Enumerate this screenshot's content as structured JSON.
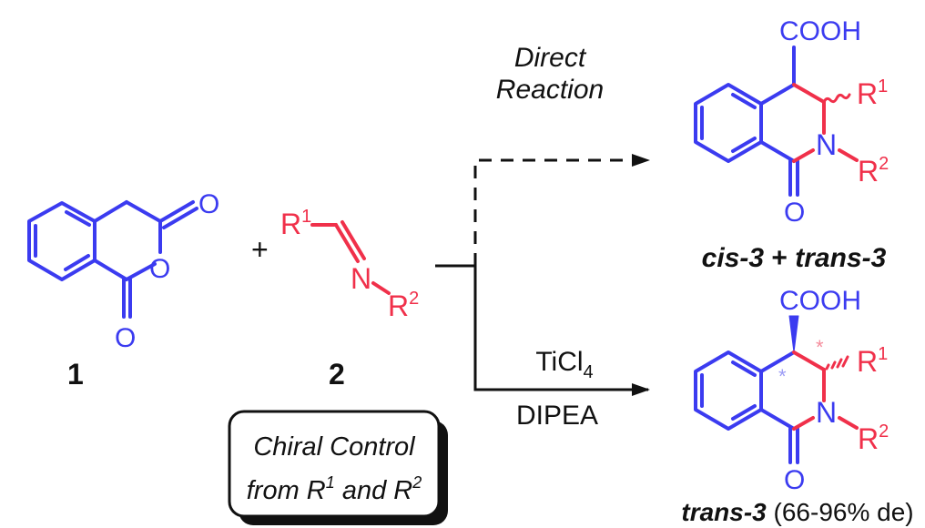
{
  "colors": {
    "blue": "#3b3bf0",
    "red": "#f0304a",
    "black": "#111111"
  },
  "compound1": {
    "label": "1",
    "carbonyl_O_top": "O",
    "ring_O": "O",
    "carbonyl_O_bottom": "O"
  },
  "plus_sign": "+",
  "compound2": {
    "label": "2",
    "r1": "R",
    "r1_sup": "1",
    "nitrogen": "N",
    "r2": "R",
    "r2_sup": "2"
  },
  "chiral_box": {
    "line1": "Chiral Control",
    "line2_prefix": "from R",
    "line2_sup1": "1",
    "line2_mid": " and R",
    "line2_sup2": "2"
  },
  "top_path": {
    "condition_line1": "Direct",
    "condition_line2": "Reaction"
  },
  "bottom_path": {
    "reagent1_base": "TiCl",
    "reagent1_sub": "4",
    "reagent2": "DIPEA"
  },
  "product_top": {
    "acid": "COOH",
    "r1": "R",
    "r1_sup": "1",
    "nitrogen": "N",
    "r2": "R",
    "r2_sup": "2",
    "carbonyl_O": "O",
    "caption_a": "cis-3",
    "caption_plus": " + ",
    "caption_b": "trans-3"
  },
  "product_bottom": {
    "acid": "COOH",
    "r1": "R",
    "r1_sup": "1",
    "nitrogen": "N",
    "r2": "R",
    "r2_sup": "2",
    "carbonyl_O": "O",
    "stereo_mark_1": "*",
    "stereo_mark_2": "*",
    "caption_bold": "trans-3",
    "caption_rest": " (66-96% de)"
  }
}
